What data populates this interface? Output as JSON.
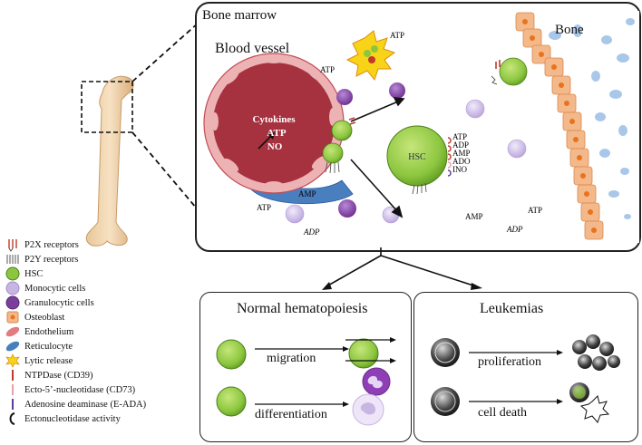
{
  "marrow": {
    "title": "Bone marrow",
    "vessel_label": "Blood vessel",
    "bone_label": "Bone",
    "vessel_contents": [
      "Cytokines",
      "ATP",
      "NO"
    ],
    "hsc_label": "HSC",
    "receptor_nucleotides": [
      "ATP",
      "ADP",
      "AMP",
      "ADO",
      "INO"
    ],
    "scatter_labels": {
      "atp_lytic": "ATP",
      "atp_vessel_top": "ATP",
      "amp_vessel": "AMP",
      "atp_vessel_bottom": "ATP",
      "adp_bottom_left": "ADP",
      "amp_center": "AMP",
      "atp_center_right": "ATP",
      "adp_center": "ADP"
    }
  },
  "normal": {
    "title": "Normal hematopoiesis",
    "migration": "migration",
    "differentiation": "differentiation"
  },
  "leukemia": {
    "title": "Leukemias",
    "proliferation": "proliferation",
    "cell_death": "cell death"
  },
  "legend": [
    {
      "icon": "p2x-receptor-icon",
      "label": "P2X receptors"
    },
    {
      "icon": "p2y-receptor-icon",
      "label": "P2Y receptors"
    },
    {
      "icon": "hsc-cell-icon",
      "label": "HSC"
    },
    {
      "icon": "monocytic-cell-icon",
      "label": "Monocytic cells"
    },
    {
      "icon": "granulocytic-cell-icon",
      "label": "Granulocytic cells"
    },
    {
      "icon": "osteoblast-icon",
      "label": "Osteoblast"
    },
    {
      "icon": "endothelium-icon",
      "label": "Endothelium"
    },
    {
      "icon": "reticulocyte-icon",
      "label": "Reticulocyte"
    },
    {
      "icon": "lytic-release-icon",
      "label": "Lytic release"
    },
    {
      "icon": "ntpdase-icon",
      "label": "NTPDase (CD39)"
    },
    {
      "icon": "ecto-nucleotidase-icon",
      "label": "Ecto-5’-nucleotidase (CD73)"
    },
    {
      "icon": "adenosine-deaminase-icon",
      "label": "Adenosine deaminase (E-ADA)"
    },
    {
      "icon": "ectonucleotidase-activity-icon",
      "label": "Ectonucleotidase activity"
    }
  ],
  "colors": {
    "hsc_green": "#8cc63f",
    "vessel_red": "#b04a4f",
    "monocyte_purple": "#c8b6e2",
    "granulocyte_purple": "#7a3f9a",
    "osteoblast_orange": "#f4b98a",
    "bone_blue": "#a9c7e8",
    "reticulocyte_blue": "#4a7fbf"
  }
}
